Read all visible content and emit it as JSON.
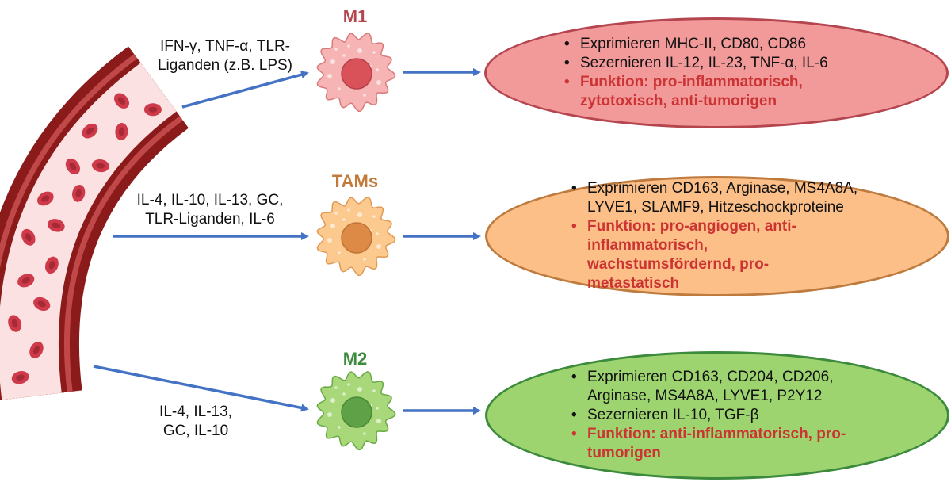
{
  "colors": {
    "arrow": "#4472c4",
    "m1_fill": "#f29a9a",
    "m1_border": "#b5454f",
    "m1_label": "#b5454f",
    "tam_fill": "#fbbf87",
    "tam_border": "#bf7a3e",
    "tam_label": "#c27a3a",
    "m2_fill": "#9ed46f",
    "m2_border": "#3c8a3c",
    "m2_label": "#3e8a3e",
    "function_text": "#cc3333",
    "vessel_wall": "#8b1a1a",
    "vessel_lumen": "#fbe1e1",
    "rbc": "#cf3a4a"
  },
  "labels": {
    "m1": "M1",
    "tams": "TAMs",
    "m2": "M2"
  },
  "stimuli": {
    "m1": [
      "IFN-γ, TNF-α, TLR-",
      "Liganden (z.B. LPS)"
    ],
    "tams": [
      "IL-4, IL-10, IL-13, GC,",
      "TLR-Liganden, IL-6"
    ],
    "m2": [
      "IL-4, IL-13,",
      "GC, IL-10"
    ]
  },
  "boxes": {
    "m1": {
      "items": [
        "Exprimieren MHC-II, CD80, CD86",
        "Sezernieren IL-12, IL-23, TNF-α, IL-6"
      ],
      "function": "Funktion: pro-inflammatorisch, zytotoxisch, anti-tumorigen"
    },
    "tams": {
      "items": [
        "Exprimieren CD163, Arginase, MS4A8A, LYVE1, SLAMF9, Hitzeschockproteine"
      ],
      "function": "Funktion: pro-angiogen, anti-inflammatorisch, wachstumsfördernd, pro-metastatisch"
    },
    "m2": {
      "items": [
        "Exprimieren CD163, CD204, CD206, Arginase, MS4A8A, LYVE1, P2Y12",
        "Sezernieren IL-10, TGF-β"
      ],
      "function": "Funktion: anti-inflammatorisch, pro-tumorigen"
    }
  }
}
